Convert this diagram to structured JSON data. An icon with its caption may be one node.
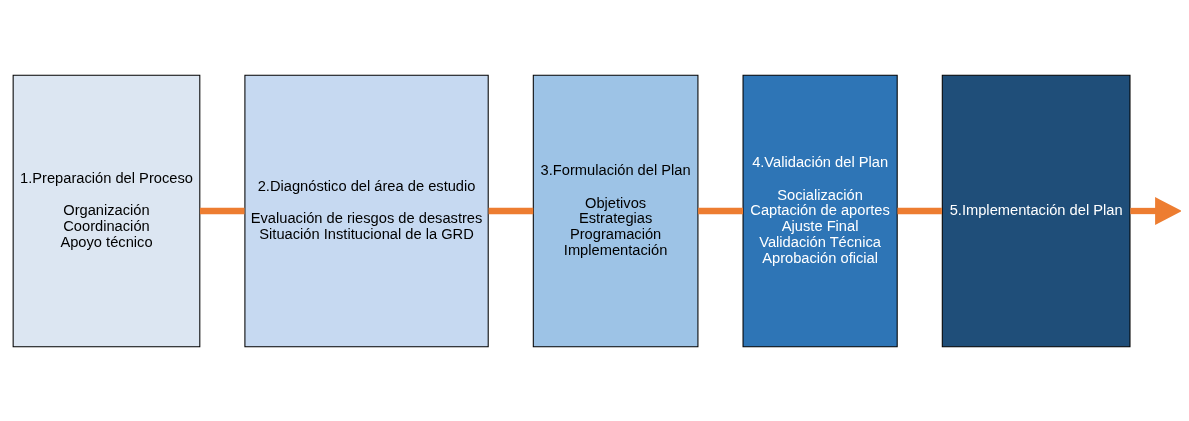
{
  "diagram": {
    "nodes": [
      {
        "text": [
          "1.Preparación del Proceso",
          "Organización",
          "Coordinación",
          "Apoyo técnico"
        ]
      },
      {
        "text": [
          "2.Diagnóstico del área de estudio",
          "Evaluación de riesgos de desastres",
          "Situación Institucional de la GRD"
        ]
      },
      {
        "text": [
          "3.Formulación del Plan",
          "Objetivos",
          "Estrategias",
          "Programación",
          "Implementación"
        ]
      },
      {
        "text": [
          "4.Validación del Plan",
          "Socialización",
          "Captación de aportes",
          "Ajuste Final",
          "Validación Técnica",
          "Aprobación oficial"
        ]
      },
      {
        "text": [
          "5.Implementación del Plan"
        ]
      }
    ],
    "edges": [
      {
        "from": 0,
        "to": 1,
        "arrow": "none"
      },
      {
        "from": 1,
        "to": 2,
        "arrow": "none"
      },
      {
        "from": 2,
        "to": 3,
        "arrow": "none"
      },
      {
        "from": 3,
        "to": 4,
        "arrow": "none"
      },
      {
        "from": 4,
        "to": null,
        "arrow": "to"
      }
    ]
  }
}
